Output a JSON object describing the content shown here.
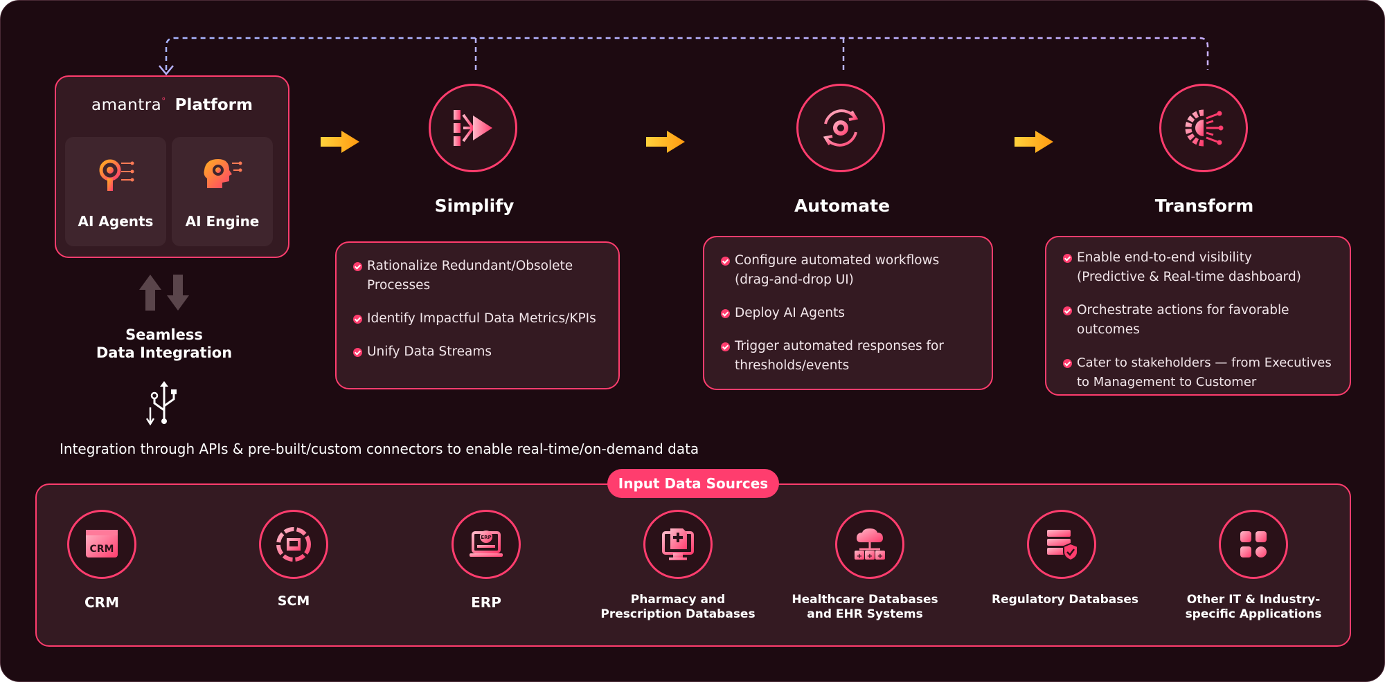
{
  "platform": {
    "brand": "amantra",
    "title": "Platform",
    "tiles": [
      {
        "label": "AI Agents"
      },
      {
        "label": "AI Engine"
      }
    ]
  },
  "integration": {
    "title_line1": "Seamless",
    "title_line2": "Data Integration",
    "caption": "Integration through APIs & pre-built/custom connectors to enable real-time/on-demand data"
  },
  "stages": [
    {
      "title": "Simplify",
      "bullets": [
        {
          "line1": "Rationalize Redundant/Obsolete",
          "line2": "Processes"
        },
        {
          "line1": "Identify Impactful Data Metrics/KPIs",
          "line2": ""
        },
        {
          "line1": "Unify Data Streams",
          "line2": ""
        }
      ]
    },
    {
      "title": "Automate",
      "bullets": [
        {
          "line1": "Configure automated workflows",
          "line2": "(drag-and-drop UI)"
        },
        {
          "line1": "Deploy AI Agents",
          "line2": ""
        },
        {
          "line1": "Trigger automated responses for",
          "line2": "thresholds/events"
        }
      ]
    },
    {
      "title": "Transform",
      "bullets": [
        {
          "line1": "Enable end-to-end visibility",
          "line2": "(Predictive & Real-time dashboard)"
        },
        {
          "line1": "Orchestrate actions for favorable",
          "line2": "outcomes"
        },
        {
          "line1": "Cater to stakeholders — from Executives",
          "line2": "to Management to Customer"
        }
      ]
    }
  ],
  "sources": {
    "badge": "Input Data Sources",
    "items": [
      {
        "line1": "CRM",
        "line2": "",
        "icon": "crm-icon"
      },
      {
        "line1": "SCM",
        "line2": "",
        "icon": "scm-icon"
      },
      {
        "line1": "ERP",
        "line2": "",
        "icon": "erp-icon"
      },
      {
        "line1": "Pharmacy and",
        "line2": "Prescription Databases",
        "icon": "pharmacy-icon"
      },
      {
        "line1": "Healthcare Databases",
        "line2": "and EHR Systems",
        "icon": "healthcare-icon"
      },
      {
        "line1": "Regulatory Databases",
        "line2": "",
        "icon": "regulatory-icon"
      },
      {
        "line1": "Other IT & Industry-",
        "line2": "specific Applications",
        "icon": "apps-icon"
      }
    ]
  },
  "colors": {
    "background": "#1d0a11",
    "accent": "#ff3d6e",
    "arrow": "#ffb020",
    "card": "#341a22"
  }
}
